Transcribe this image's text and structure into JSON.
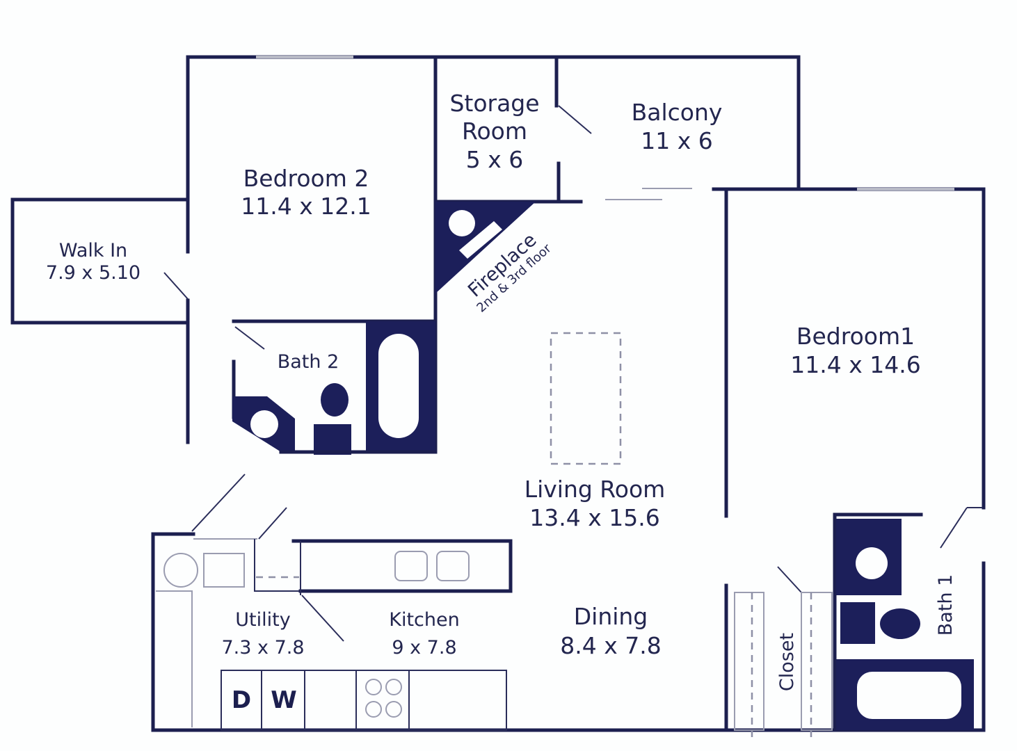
{
  "floor_plan": {
    "colors": {
      "wall": "#1c1f4f",
      "fixture": "#1c1f5a",
      "background": "#fdfefe",
      "window": "#b8bac6",
      "dashed": "#8e90a6"
    },
    "rooms": {
      "walk_in": {
        "name": "Walk In",
        "size": "7.9 x 5.10"
      },
      "bedroom2": {
        "name": "Bedroom 2",
        "size": "11.4 x 12.1"
      },
      "storage": {
        "name_line1": "Storage",
        "name_line2": "Room",
        "size": "5 x 6"
      },
      "balcony": {
        "name": "Balcony",
        "size": "11 x 6"
      },
      "fireplace": {
        "name": "Fireplace",
        "note": "2nd & 3rd floor"
      },
      "bath2": {
        "name": "Bath 2"
      },
      "bedroom1": {
        "name": "Bedroom1",
        "size": "11.4 x 14.6"
      },
      "living": {
        "name": "Living Room",
        "size": "13.4 x 15.6"
      },
      "utility": {
        "name": "Utility",
        "size": "7.3 x 7.8"
      },
      "kitchen": {
        "name": "Kitchen",
        "size": "9 x 7.8"
      },
      "dining": {
        "name": "Dining",
        "size": "8.4 x 7.8"
      },
      "closet": {
        "name": "Closet"
      },
      "bath1": {
        "name": "Bath 1"
      }
    },
    "appliances": {
      "dryer": "D",
      "washer": "W"
    }
  }
}
